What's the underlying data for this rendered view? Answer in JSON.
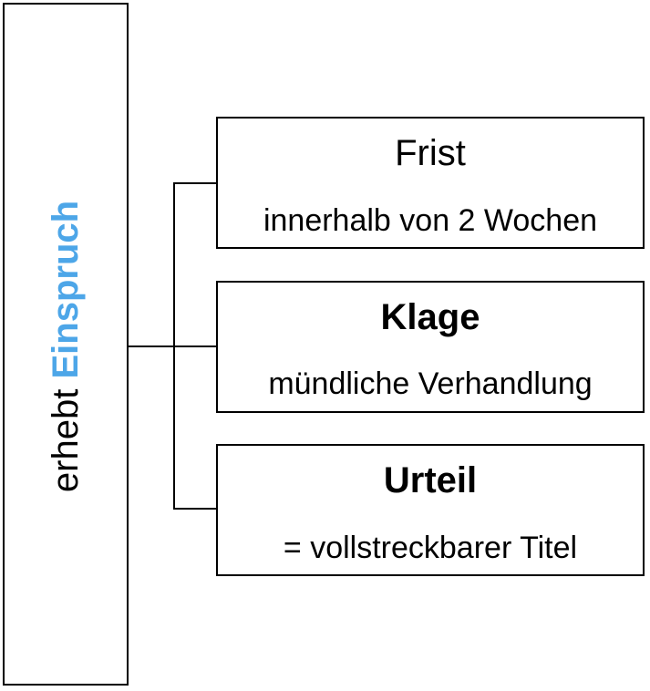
{
  "left_label": {
    "prefix": "erhebt ",
    "highlight": "Einspruch"
  },
  "boxes": [
    {
      "title": "Frist",
      "subtitle": "innerhalb von 2 Wochen"
    },
    {
      "title": "Klage",
      "subtitle": "mündliche Verhandlung"
    },
    {
      "title": "Urteil",
      "subtitle": "= vollstreckbarer Titel"
    }
  ],
  "colors": {
    "accent": "#4da6e8",
    "border": "#000000",
    "text": "#000000"
  }
}
